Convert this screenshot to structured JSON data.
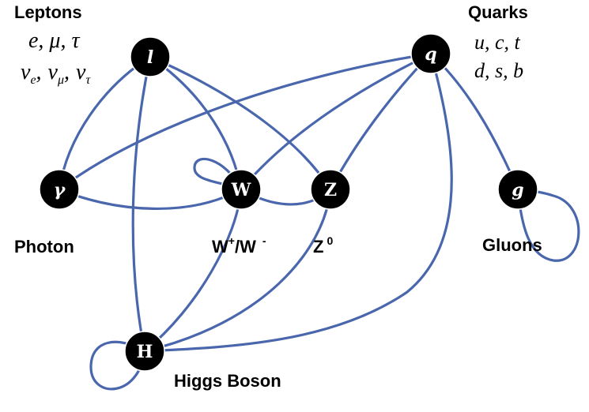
{
  "nodes": {
    "lepton": "l",
    "quark": "q",
    "photon": "γ",
    "w": "W",
    "z": "Z",
    "gluon": "g",
    "higgs": "H"
  },
  "labels": {
    "leptons": "Leptons",
    "quarks": "Quarks",
    "photon": "Photon",
    "w_main": "W",
    "w_plus": "+",
    "w_slash": "/W",
    "w_minus": "-",
    "z_main": "Z",
    "z_sup": "0",
    "gluons": "Gluons",
    "higgs": "Higgs Boson"
  },
  "lepton_particles": {
    "row1": "e, μ, τ",
    "nu": "ν",
    "sub_e": "e",
    "sub_mu": "μ",
    "sub_tau": "τ",
    "sep": ","
  },
  "quark_particles": {
    "row1": "u, c, t",
    "row2": "d, s, b"
  },
  "colors": {
    "edge": "#4a67ad",
    "node": "#000000"
  }
}
